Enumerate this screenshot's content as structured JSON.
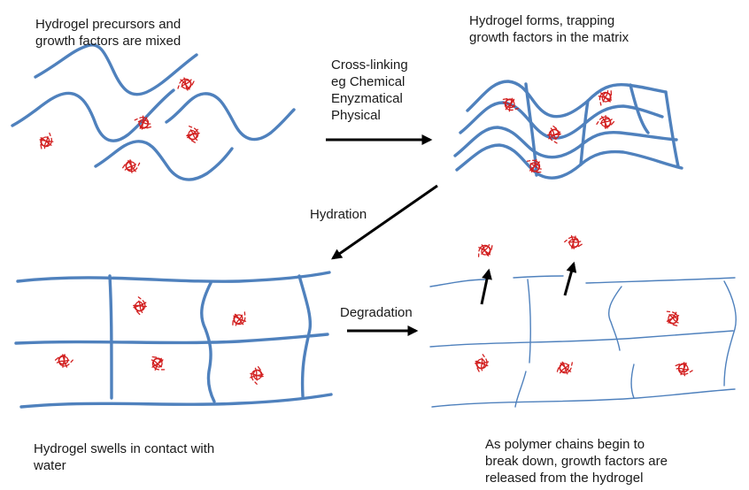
{
  "labels": {
    "step1": "Hydrogel precursors and\ngrowth factors are mixed",
    "step2": "Hydrogel forms, trapping\ngrowth factors in the matrix",
    "crosslinking": "Cross-linking\neg Chemical\nEnyzmatical\nPhysical",
    "hydration": "Hydration",
    "degradation": "Degradation",
    "step3": "Hydrogel swells in contact with\nwater",
    "step4": "As polymer chains begin to\nbreak down, growth factors are\nreleased from the hydrogel"
  },
  "colors": {
    "polymer_chain": "#4f81bd",
    "growth_factor": "#d21f1f",
    "arrow": "#000000"
  }
}
